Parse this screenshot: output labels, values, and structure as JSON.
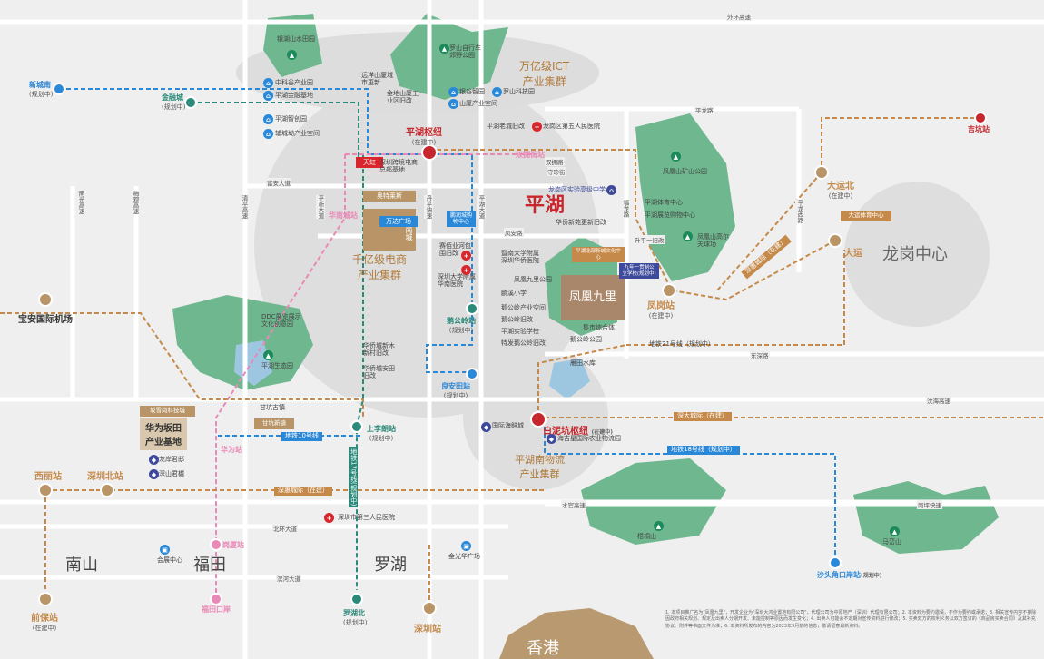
{
  "colors": {
    "background": "#efefef",
    "green_area": "#6fb88f",
    "road": "#ffffff",
    "gray_circle": "#d8d8d8",
    "metro_blue": "#2a88d8",
    "metro_brown": "#c58a4a",
    "metro_green": "#2c8a7a",
    "metro_pink": "#e989b6",
    "hub_red": "#c7262c",
    "accent_gold": "#b89466"
  },
  "districts": {
    "pinghu": "平湖",
    "longgang": "龙岗中心",
    "nanshan": "南山",
    "futian": "福田",
    "luohu": "罗湖",
    "hongkong": "香港"
  },
  "clusters": {
    "ict_1": "万亿级ICT",
    "ict_2": "产业集群",
    "ecommerce_1": "千亿级电商",
    "ecommerce_2": "产业集群",
    "logistics_1": "平湖南物流",
    "logistics_2": "产业集群",
    "huawei_1": "华为坂田",
    "huawei_2": "产业基地"
  },
  "hubs": {
    "pinghu_hub": "平湖枢纽",
    "pinghu_hub_sub": "(在建中)",
    "baiminkeng": "白泥坑枢纽",
    "baiminkeng_sub": "(在建中)"
  },
  "stations": {
    "xinchengnan": "新城南",
    "xinchengnan_sub": "(规划中)",
    "jinrongcheng": "金融城",
    "jinrongcheng_sub": "(规划中)",
    "jikeng": "吉坑站",
    "dayunbei": "大运北",
    "dayunbei_sub": "(在建中)",
    "dayun": "大运",
    "fenggang": "凤岗站",
    "fenggang_sub": "(在建中)",
    "baoan_airport": "宝安国际机场",
    "xili": "西丽站",
    "shenzhen_north": "深圳北站",
    "qianhai": "前保站",
    "qianhai_sub": "(在建中)",
    "shenzhen_station": "深圳站",
    "luohu_north": "罗湖北",
    "luohu_north_sub": "(规划中)",
    "shangliting": "上李朗站",
    "shangliting_sub": "(规划中)",
    "pinggong": "鹅公岭站",
    "pinggong_sub": "(规划中)",
    "liangantian": "良安田站",
    "liangantian_sub": "(规划中)",
    "huaweizhan": "华为站",
    "gangxia": "岗厦站",
    "futian_port": "福田口岸",
    "shatou_port": "沙头角口岸站",
    "shatou_port_sub": "(规划中)",
    "huanan_city_station": "华南城站",
    "shuangyong": "双拥街站"
  },
  "metro_lines": {
    "line10": "地铁10号线",
    "line17": "地铁17号线",
    "line17_sub": "(规划中)",
    "line21": "地铁21号线（规划中）",
    "line18": "地铁18号线（规划中）"
  },
  "roads": {
    "outer_ring": "外环高速",
    "pinglong": "平龙路",
    "fuan": "富安大道",
    "pingan": "平安大道",
    "shuangyong_rd": "双拥路",
    "shouyi": "守珍街",
    "fengan": "凤安路",
    "shengping": "升平一旧改",
    "dongshen": "东深路",
    "shenhai": "沈海高速",
    "shenda": "深大城际（在建）",
    "shenhui": "深惠城际（在建）",
    "shenguan": "深惠城际（在建）",
    "shuiguan": "水官高速",
    "beihuan": "北环大道",
    "binhe": "滨河大道",
    "nanping": "南坪快速",
    "nanguang": "南光高速",
    "meiguan": "梅观高速",
    "qinglin": "清平高速",
    "pingxin": "平新大道",
    "danpu": "丹平快速",
    "pinghu_road": "平湖大道",
    "fuhuayi": "福龙路",
    "pingjiang": "平龙西路"
  },
  "pois": {
    "yulan": "银湖山水田园",
    "luoshan_bike": "罗山自行车郊野公园",
    "zhongke": "中科谷产业园",
    "pinghu_finance": "平湖金融基地",
    "yuantan": "远洋山厦城市更新",
    "jindi": "金地山厦工业区旧改",
    "yinhu": "银谷智园",
    "luoshan_tech": "罗山科技园",
    "shanxia": "山厦产业空间",
    "pinghu_smart": "平湖智创园",
    "furenfeng": "辅城坳产业空间",
    "pinghu_old": "平湖老城旧改",
    "longgang_hospital": "龙岗区第五人民医院",
    "tianhong": "天虹",
    "kuajing": "深圳跨境电商总部基地",
    "aotelaisi": "奥特莱斯",
    "huanan_city": "华南城",
    "wanda": "万达广场",
    "pengrun": "鹏润城购物中心",
    "experiment_school": "龙岗区实验高级中学",
    "huaqiao_new": "华侨新苑更新旧改",
    "fenghuang_park": "凤凰山矿山公园",
    "pinghu_sports": "平湖体育中心",
    "pinghu_exhibition": "平湖展览购物中心",
    "fenghuang_golf": "凤凰山高尔夫球场",
    "pinghu_hongtian": "平湖北部新城文化中心",
    "jiuguan_school": "九年一贯制公立学校(规划中)",
    "project": "凤凰九里",
    "jinan_affiliated": "暨南大学附属深圳华侨医院",
    "saijia": "赛佰业河包围旧改",
    "shenzhen_uni": "深圳大学附属华南医院",
    "fenghuang_9": "凤凰九里公园",
    "pengxi_primary": "鹏溪小学",
    "pengling_industry": "鹅公岭产业空间",
    "pengling_old": "鹅公岭旧改",
    "pinghu_school": "平湖实验学校",
    "tejian": "特发鹅公岭旧改",
    "jishi": "集市综合体",
    "pengling_park": "鹅公岭公园",
    "yantian_reservoir": "雁田水库",
    "ddc": "DDC展览展示文化创意园",
    "pinghu_ecology": "平湖生态园",
    "huaqiao_city": "华侨城新木新村旧改",
    "huaqiao_anxi": "华侨城安田旧改",
    "ganxun": "甘坑古镇",
    "ganxun_new": "甘坑新镇",
    "bantian_tech": "坂雪岗科技城",
    "international_fresh": "国际海鲜城",
    "haijixing": "海吉星国际农业物流园",
    "longgang_dock": "龙岸君邸",
    "shenshan_jun": "深山君樾",
    "third_hospital": "深圳市第三人民医院",
    "huizhan": "会展中心",
    "jinguanghua": "金光华广场",
    "wutong": "梧桐山",
    "maluan": "马峦山",
    "dayun_sports": "大运体育中心"
  },
  "disclaimer": "1. 本项目推广名为\"凤凰九里\"，开发企业为\"深圳大鸿业置地有限公司\"，代理公司为中原地产（深圳）代理有限公司；2. 本资料为要约邀请，不作为要约或承诺；3. 相关宣传内容不排除因政府相关规划、规定及出卖人分期开发、未能控制等原因而发生变化；4. 出卖人可能会不定期对宣传资料进行修改；5. 买卖双方的权利义务以双方签订的《商品房买卖合同》及其补充协议、附件等书面文件为准；6. 本资料所发布的内容为2023年9月前的信息，敬请留意最新资料。"
}
